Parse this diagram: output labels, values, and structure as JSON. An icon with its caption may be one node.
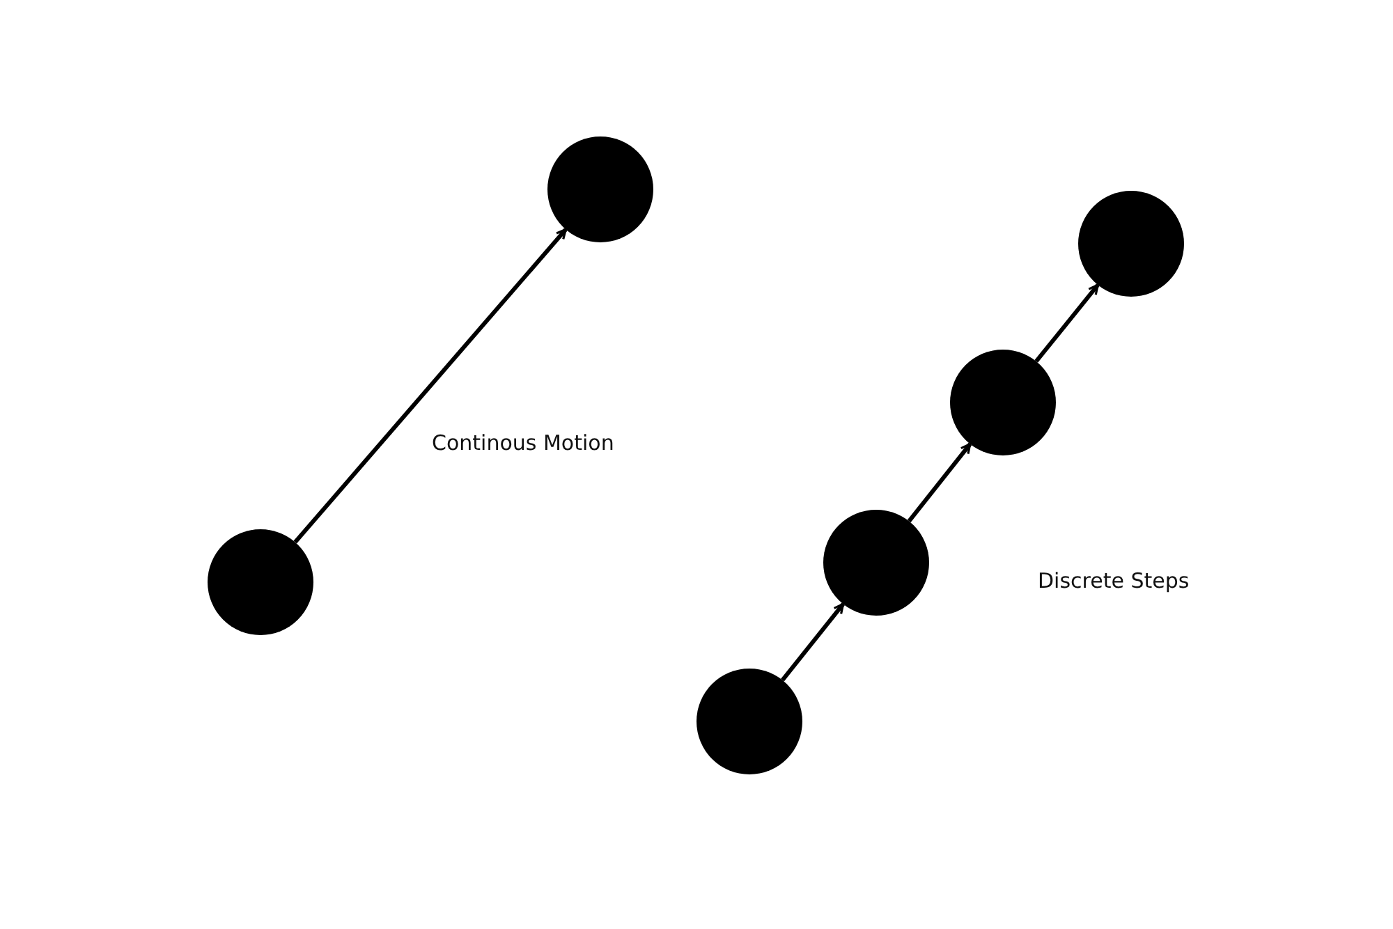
{
  "diagram": {
    "nodes": [
      {
        "text": [],
        "shape": "circle"
      },
      {
        "text": [],
        "shape": "circle"
      },
      {
        "text": [],
        "shape": "circle"
      },
      {
        "text": [],
        "shape": "circle"
      },
      {
        "text": [],
        "shape": "circle"
      },
      {
        "text": [],
        "shape": "circle"
      }
    ],
    "edges": [
      {
        "from": 0,
        "to": 1,
        "arrow": "to"
      },
      {
        "from": 2,
        "to": 3,
        "arrow": "to"
      },
      {
        "from": 3,
        "to": 4,
        "arrow": "to"
      },
      {
        "from": 4,
        "to": 5,
        "arrow": "to"
      }
    ],
    "labels": [
      "Continous Motion",
      "Discrete Steps"
    ]
  }
}
